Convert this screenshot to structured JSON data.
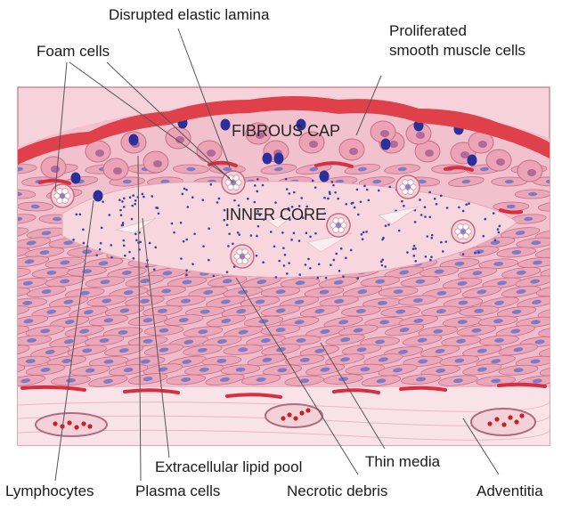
{
  "labels": {
    "disrupted_elastic_lamina": "Disrupted elastic lamina",
    "proliferated_line1": "Proliferated",
    "proliferated_line2": "smooth muscle cells",
    "foam_cells": "Foam cells",
    "fibrous_cap": "FIBROUS CAP",
    "inner_core": "INNER CORE",
    "extracellular_lipid_pool": "Extracellular lipid pool",
    "thin_media": "Thin media",
    "lymphocytes": "Lymphocytes",
    "plasma_cells": "Plasma cells",
    "necrotic_debris": "Necrotic debris",
    "adventitia": "Adventitia"
  },
  "colors": {
    "background_tissue": "#f3c6cf",
    "smooth_muscle_cell": "#eba6b8",
    "cell_outline": "#c77088",
    "nucleus": "#7a7cc8",
    "endothelium": "#e0404a",
    "lymphocyte": "#2a2f9a",
    "elastic_lamina": "#d63040",
    "core": "#f7d7dd",
    "rbc": "#cc2020"
  }
}
